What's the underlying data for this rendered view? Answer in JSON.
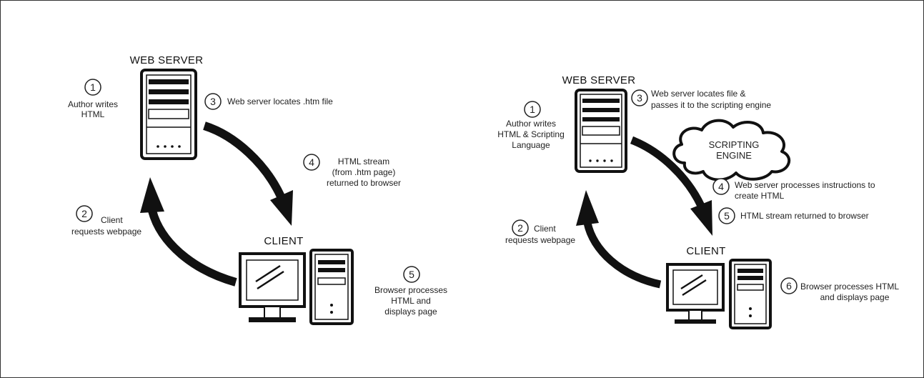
{
  "left": {
    "server_title": "WEB SERVER",
    "client_title": "CLIENT",
    "steps": [
      {
        "num": "1",
        "lines": [
          "Author writes",
          "HTML"
        ]
      },
      {
        "num": "2",
        "lines": [
          "Client",
          "requests webpage"
        ]
      },
      {
        "num": "3",
        "lines": [
          "Web server locates .htm file"
        ]
      },
      {
        "num": "4",
        "lines": [
          "HTML stream",
          "(from .htm page)",
          "returned to browser"
        ]
      },
      {
        "num": "5",
        "lines": [
          "Browser processes",
          "HTML and",
          "displays page"
        ]
      }
    ]
  },
  "right": {
    "server_title": "WEB SERVER",
    "client_title": "CLIENT",
    "cloud_lines": [
      "SCRIPTING",
      "ENGINE"
    ],
    "steps": [
      {
        "num": "1",
        "lines": [
          "Author writes",
          "HTML & Scripting",
          "Language"
        ]
      },
      {
        "num": "2",
        "lines": [
          "Client",
          "requests webpage"
        ]
      },
      {
        "num": "3",
        "lines": [
          "Web server locates file &",
          "passes it to the scripting engine"
        ]
      },
      {
        "num": "4",
        "lines": [
          "Web server processes instructions to",
          "create HTML"
        ]
      },
      {
        "num": "5",
        "lines": [
          "HTML stream returned to browser"
        ]
      },
      {
        "num": "6",
        "lines": [
          "Browser processes HTML",
          "and displays page"
        ]
      }
    ]
  }
}
